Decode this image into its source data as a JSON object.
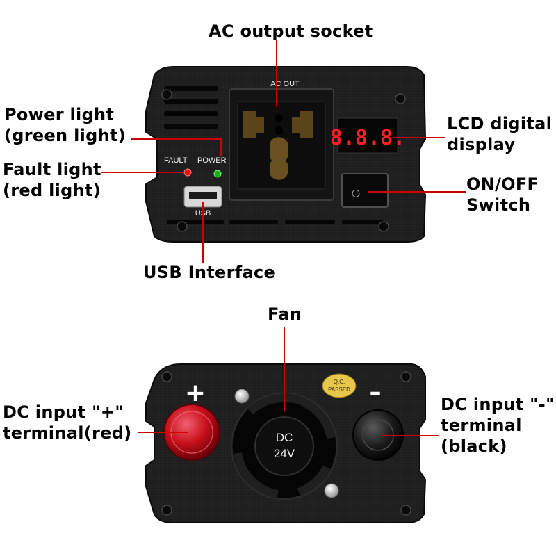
{
  "front_panel": {
    "ac_out_text": "AC OUT",
    "fault_text": "FAULT",
    "power_text": "POWER",
    "usb_text": "USB",
    "lcd_text": "8.8.8.",
    "switch_on_symbol": "○",
    "switch_off_symbol": "–"
  },
  "rear_panel": {
    "fan_text_line1": "DC",
    "fan_text_line2": "24V",
    "plus_symbol": "+",
    "minus_symbol": "–",
    "qc_line1": "Q.C.",
    "qc_line2": "PASSED"
  },
  "callouts": {
    "ac_socket": "AC output socket",
    "power_light_1": "Power light",
    "power_light_2": "(green light)",
    "fault_light_1": "Fault light",
    "fault_light_2": "(red light)",
    "lcd_1": "LCD digital",
    "lcd_2": "display",
    "switch_1": "ON/OFF",
    "switch_2": "Switch",
    "usb": "USB Interface",
    "fan": "Fan",
    "dc_plus_1": "DC input \"+\"",
    "dc_plus_2": "terminal(red)",
    "dc_minus_1": "DC input \"-\"",
    "dc_minus_2": "terminal",
    "dc_minus_3": "(black)"
  },
  "colors": {
    "body": "#1c1c1c",
    "leader": "#cc0000",
    "fault_led": "#e01010",
    "power_led": "#18b018",
    "lcd_digits": "#ff2020",
    "plus_terminal": "#c8101a",
    "qc_sticker": "#e8c84a"
  }
}
